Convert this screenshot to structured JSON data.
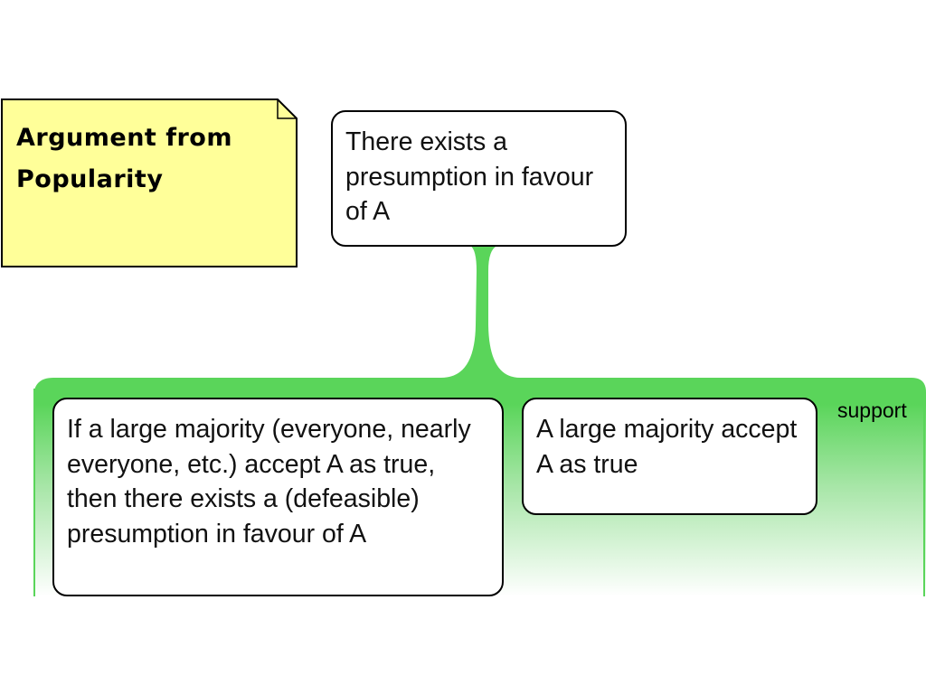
{
  "note": {
    "title": "Argument from Popularity"
  },
  "conclusion": {
    "text": "There exists a presumption in favour of A"
  },
  "premises": [
    {
      "text": "If a large majority (everyone, nearly everyone, etc.) accept A as true, then there exists a (defeasible) presumption in favour of A"
    },
    {
      "text": "A large majority accept A as true"
    }
  ],
  "link": {
    "label": "support",
    "color": "#5ad55a"
  },
  "colors": {
    "note_fill": "#ffff99",
    "support_green": "#5ad55a"
  }
}
